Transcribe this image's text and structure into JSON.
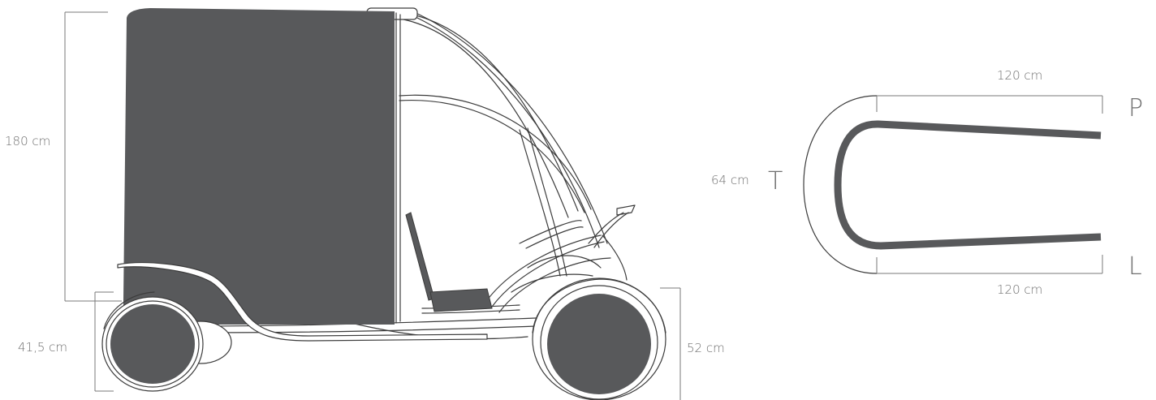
{
  "colors": {
    "cover": "#58595b",
    "line": "#3c3c3c",
    "dimension": "#7a7a7a",
    "label": "#6f6f6f",
    "background": "#ffffff"
  },
  "side_view": {
    "height_label": "180 cm",
    "rear_wheel_label": "41,5 cm",
    "front_wheel_label": "52 cm"
  },
  "top_view": {
    "length_top_label": "120 cm",
    "length_bottom_label": "120 cm",
    "width_label": "64 cm",
    "letter_back": "T",
    "letter_right_top": "P",
    "letter_right_bottom": "L"
  }
}
